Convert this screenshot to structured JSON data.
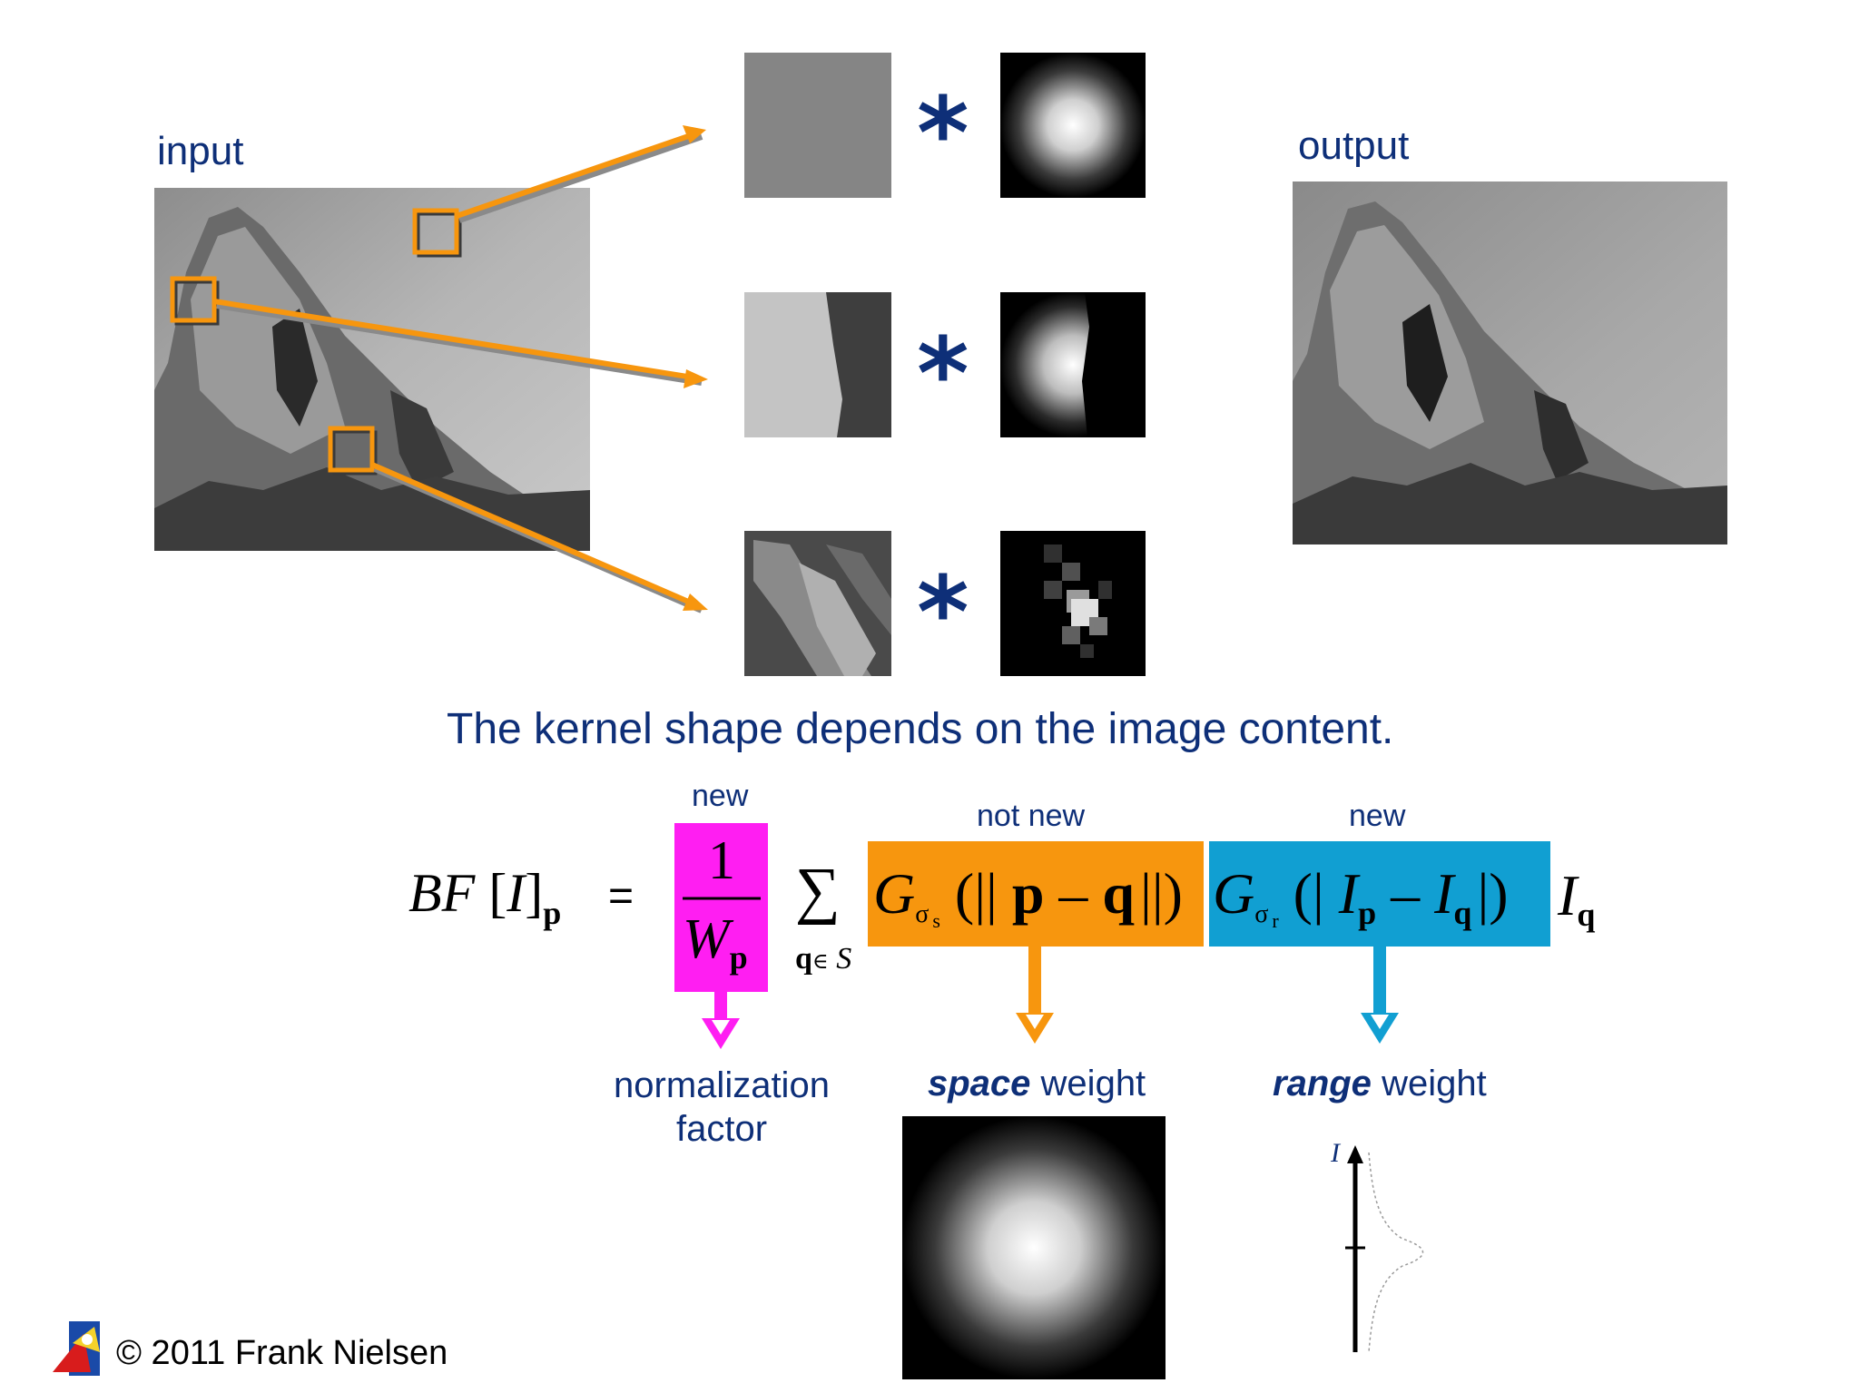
{
  "labels": {
    "input": "input",
    "output": "output",
    "caption": "The kernel shape depends on the image content.",
    "new_left": "new",
    "not_new": "not new",
    "new_right": "new",
    "normalization_line1": "normalization",
    "normalization_line2": "factor",
    "space_emph": "space",
    "space_rest": "weight",
    "range_emph": "range",
    "range_rest": "weight",
    "copyright": "© 2011 Frank Nielsen",
    "convolve_symbol": "*"
  },
  "formula": {
    "lhs_bf": "BF",
    "lhs_bracket_open": "[",
    "lhs_I": "I",
    "lhs_bracket_close": "]",
    "lhs_sub": "p",
    "equals": "=",
    "frac_num": "1",
    "frac_den": "W",
    "frac_den_sub": "p",
    "sum": "∑",
    "sum_sub_q": "q",
    "sum_sub_in": "∈",
    "sum_sub_S": "S",
    "gs_G": "G",
    "gs_sigma": "σ",
    "gs_s": "s",
    "gs_arg_open": "(||",
    "gs_p": "p",
    "gs_minus": "–",
    "gs_q": "q",
    "gs_arg_close": "||)",
    "gr_G": "G",
    "gr_sigma": "σ",
    "gr_r": "r",
    "gr_arg_open": "(|",
    "gr_I1": "I",
    "gr_p": "p",
    "gr_minus": "–",
    "gr_I2": "I",
    "gr_q": "q",
    "gr_arg_close": "|)",
    "tail_I": "I",
    "tail_q": "q"
  },
  "range_plot": {
    "axis_label": "I"
  },
  "colors": {
    "text_blue": "#0e2f78",
    "orange": "#f7960e",
    "magenta": "#ff1ef2",
    "cyan": "#119fd2"
  }
}
